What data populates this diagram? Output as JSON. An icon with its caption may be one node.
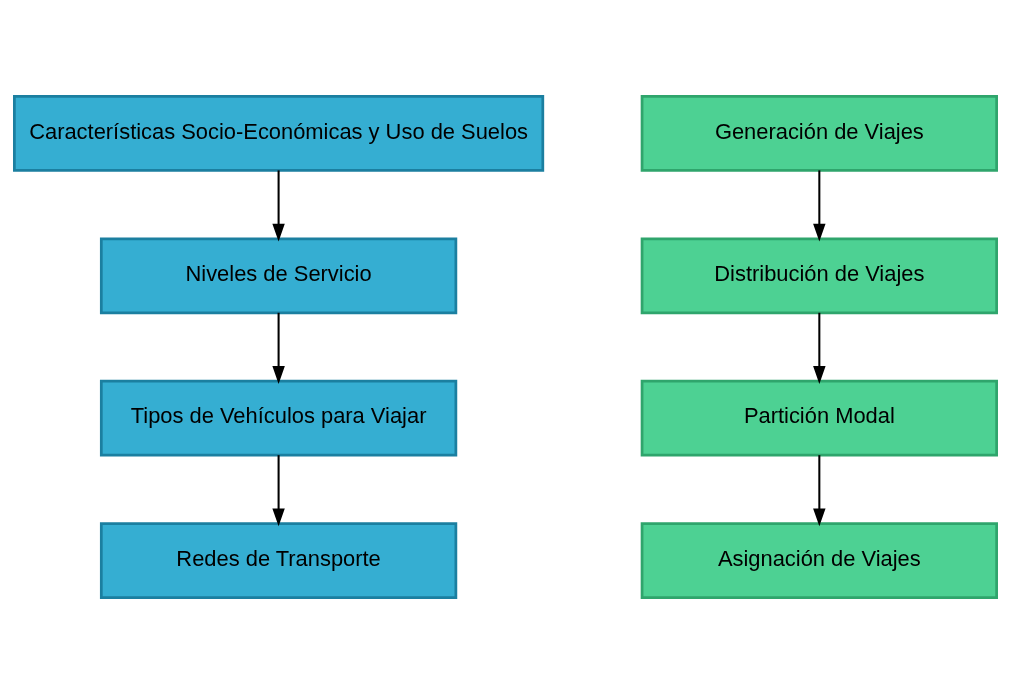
{
  "diagram": {
    "nodes": [
      {
        "text": [
          "Características Socio-Económicas y Uso de Suelos"
        ]
      },
      {
        "text": [
          "Niveles de Servicio"
        ]
      },
      {
        "text": [
          "Tipos de Vehículos para Viajar"
        ]
      },
      {
        "text": [
          "Redes de Transporte"
        ]
      },
      {
        "text": [
          "Generación de Viajes"
        ]
      },
      {
        "text": [
          "Distribución de Viajes"
        ]
      },
      {
        "text": [
          "Partición Modal"
        ]
      },
      {
        "text": [
          "Asignación de Viajes"
        ]
      }
    ],
    "edges": [
      {
        "from": 0,
        "to": 1,
        "arrow": "to"
      },
      {
        "from": 1,
        "to": 2,
        "arrow": "to"
      },
      {
        "from": 2,
        "to": 3,
        "arrow": "to"
      },
      {
        "from": 4,
        "to": 5,
        "arrow": "to"
      },
      {
        "from": 5,
        "to": 6,
        "arrow": "to"
      },
      {
        "from": 6,
        "to": 7,
        "arrow": "to"
      }
    ]
  }
}
